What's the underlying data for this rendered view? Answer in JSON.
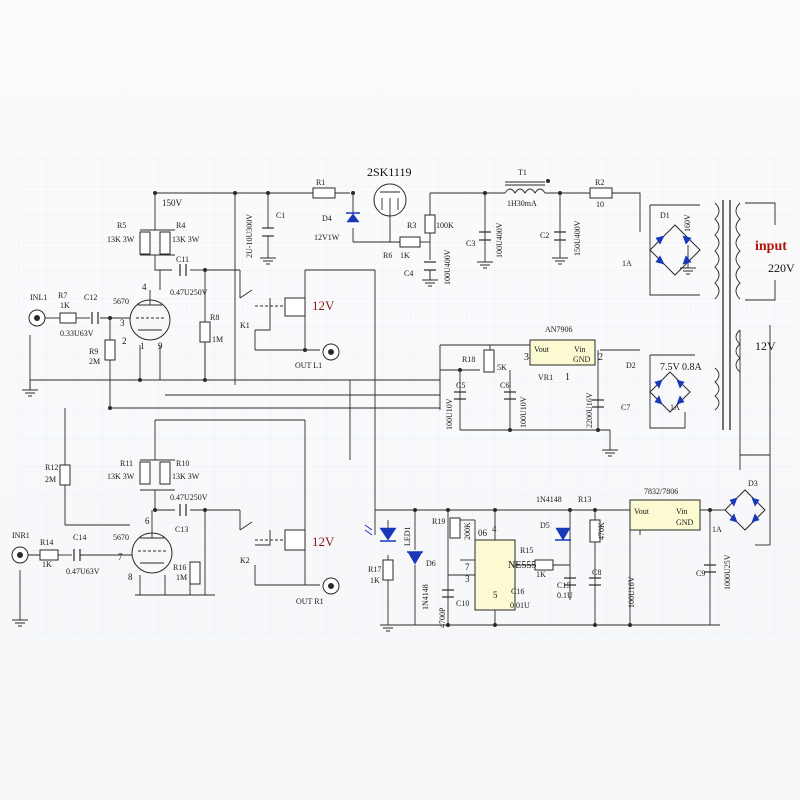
{
  "schematic": {
    "labels": {
      "m2sk": "2SK1119",
      "r1": "R1",
      "t1": "T1",
      "t1_val": "1H30mA",
      "r2": "R2",
      "r2_val": "10",
      "v150": "150V",
      "r5": "R5",
      "r5_val": "13K 3W",
      "r4": "R4",
      "r4_val": "13K 3W",
      "c1": "C1",
      "c1_val": "2U-10U300V",
      "d4": "D4",
      "d4_val": "12V1W",
      "r3": "R3",
      "r3_val": "100K",
      "r6": "R6",
      "r6_val": "1K",
      "c4": "C4",
      "c4_val": "100U400V",
      "c3": "C3",
      "c3_val": "100U400V",
      "c2": "C2",
      "c2_val": "150U400V",
      "d1": "D1",
      "d1_v": "160V",
      "d1_a": "1A",
      "input": "input",
      "v220": "220V",
      "c11": "C11",
      "c11_val": "0.47U250V",
      "inl1": "INL1",
      "r7": "R7",
      "r7_val": "1K",
      "c12": "C12",
      "c12_val": "0.33U63V",
      "tube_top": "5670",
      "pin4": "4",
      "pin3": "3",
      "pin2": "2",
      "pin1": "1",
      "pin9": "9",
      "r9": "R9",
      "r9_val": "2M",
      "r8": "R8",
      "r8_val": "1M",
      "k1": "K1",
      "relay1": "12V",
      "outl1": "OUT L1",
      "an7906": "AN7906",
      "r18": "R18",
      "r18_val": "5K",
      "vout1": "Vout",
      "vin1": "Vin",
      "gnd1": "GND",
      "vr1": "VR1",
      "vr1_p3": "3",
      "vr1_p2": "2",
      "vr1_p1": "1",
      "c5": "C5",
      "c5_val": "100U10V",
      "c6": "C6",
      "c6_val": "100U10V",
      "c7": "C7",
      "c7_val": "2200U16V",
      "d2": "D2",
      "d2_val": "7.5V 0.8A",
      "d2_a": "1A",
      "v12_tr": "12V",
      "r12": "R12",
      "r12_val": "2M",
      "r11": "R11",
      "r11_val": "13K 3W",
      "r10": "R10",
      "r10_val": "13K 3W",
      "c13_val": "0.47U250V",
      "c13": "C13",
      "inr1": "INR1",
      "r14": "R14",
      "r14_val": "1K",
      "c14": "C14",
      "c14_val": "0.47U63V",
      "tube_bot": "5670",
      "pin6": "6",
      "pin7": "7",
      "pin8": "8",
      "r16": "R16",
      "r16_val": "1M",
      "k2": "K2",
      "relay2": "12V",
      "outr1": "OUT R1",
      "led1": "LED1",
      "r17": "R17",
      "r17_val": "1K",
      "d6": "D6",
      "d6_val": "1N4148",
      "r19": "R19",
      "r19_val": "200K",
      "ne_p6": "06",
      "ne_p4": "4",
      "ne_p7": "7",
      "ne_p3": "3",
      "ne_p5": "5",
      "ne555": "NE555",
      "c10": "C10",
      "c10_val": "4700P",
      "c16": "C16",
      "c16_val": "0.01U",
      "d5_val": "1N4148",
      "d5": "D5",
      "r13": "R13",
      "r13_val": "470K",
      "r15": "R15",
      "r15_val": "1K",
      "c15": "C15",
      "c15_val": "0.1U",
      "c8": "C8",
      "c8_val": "100U16V",
      "reg2": "7832/7806",
      "vout2": "Vout",
      "vin2": "Vin",
      "gnd2": "GND",
      "d3": "D3",
      "d3_a": "1A",
      "c9": "C9",
      "c9_val": "1000U25V"
    },
    "colors": {
      "wire": "#2a2a2a",
      "diode": "#1838b8",
      "ic_fill": "#fbfad0",
      "relay_voltage": "#8a1a12",
      "input_label": "#b0120a"
    }
  }
}
